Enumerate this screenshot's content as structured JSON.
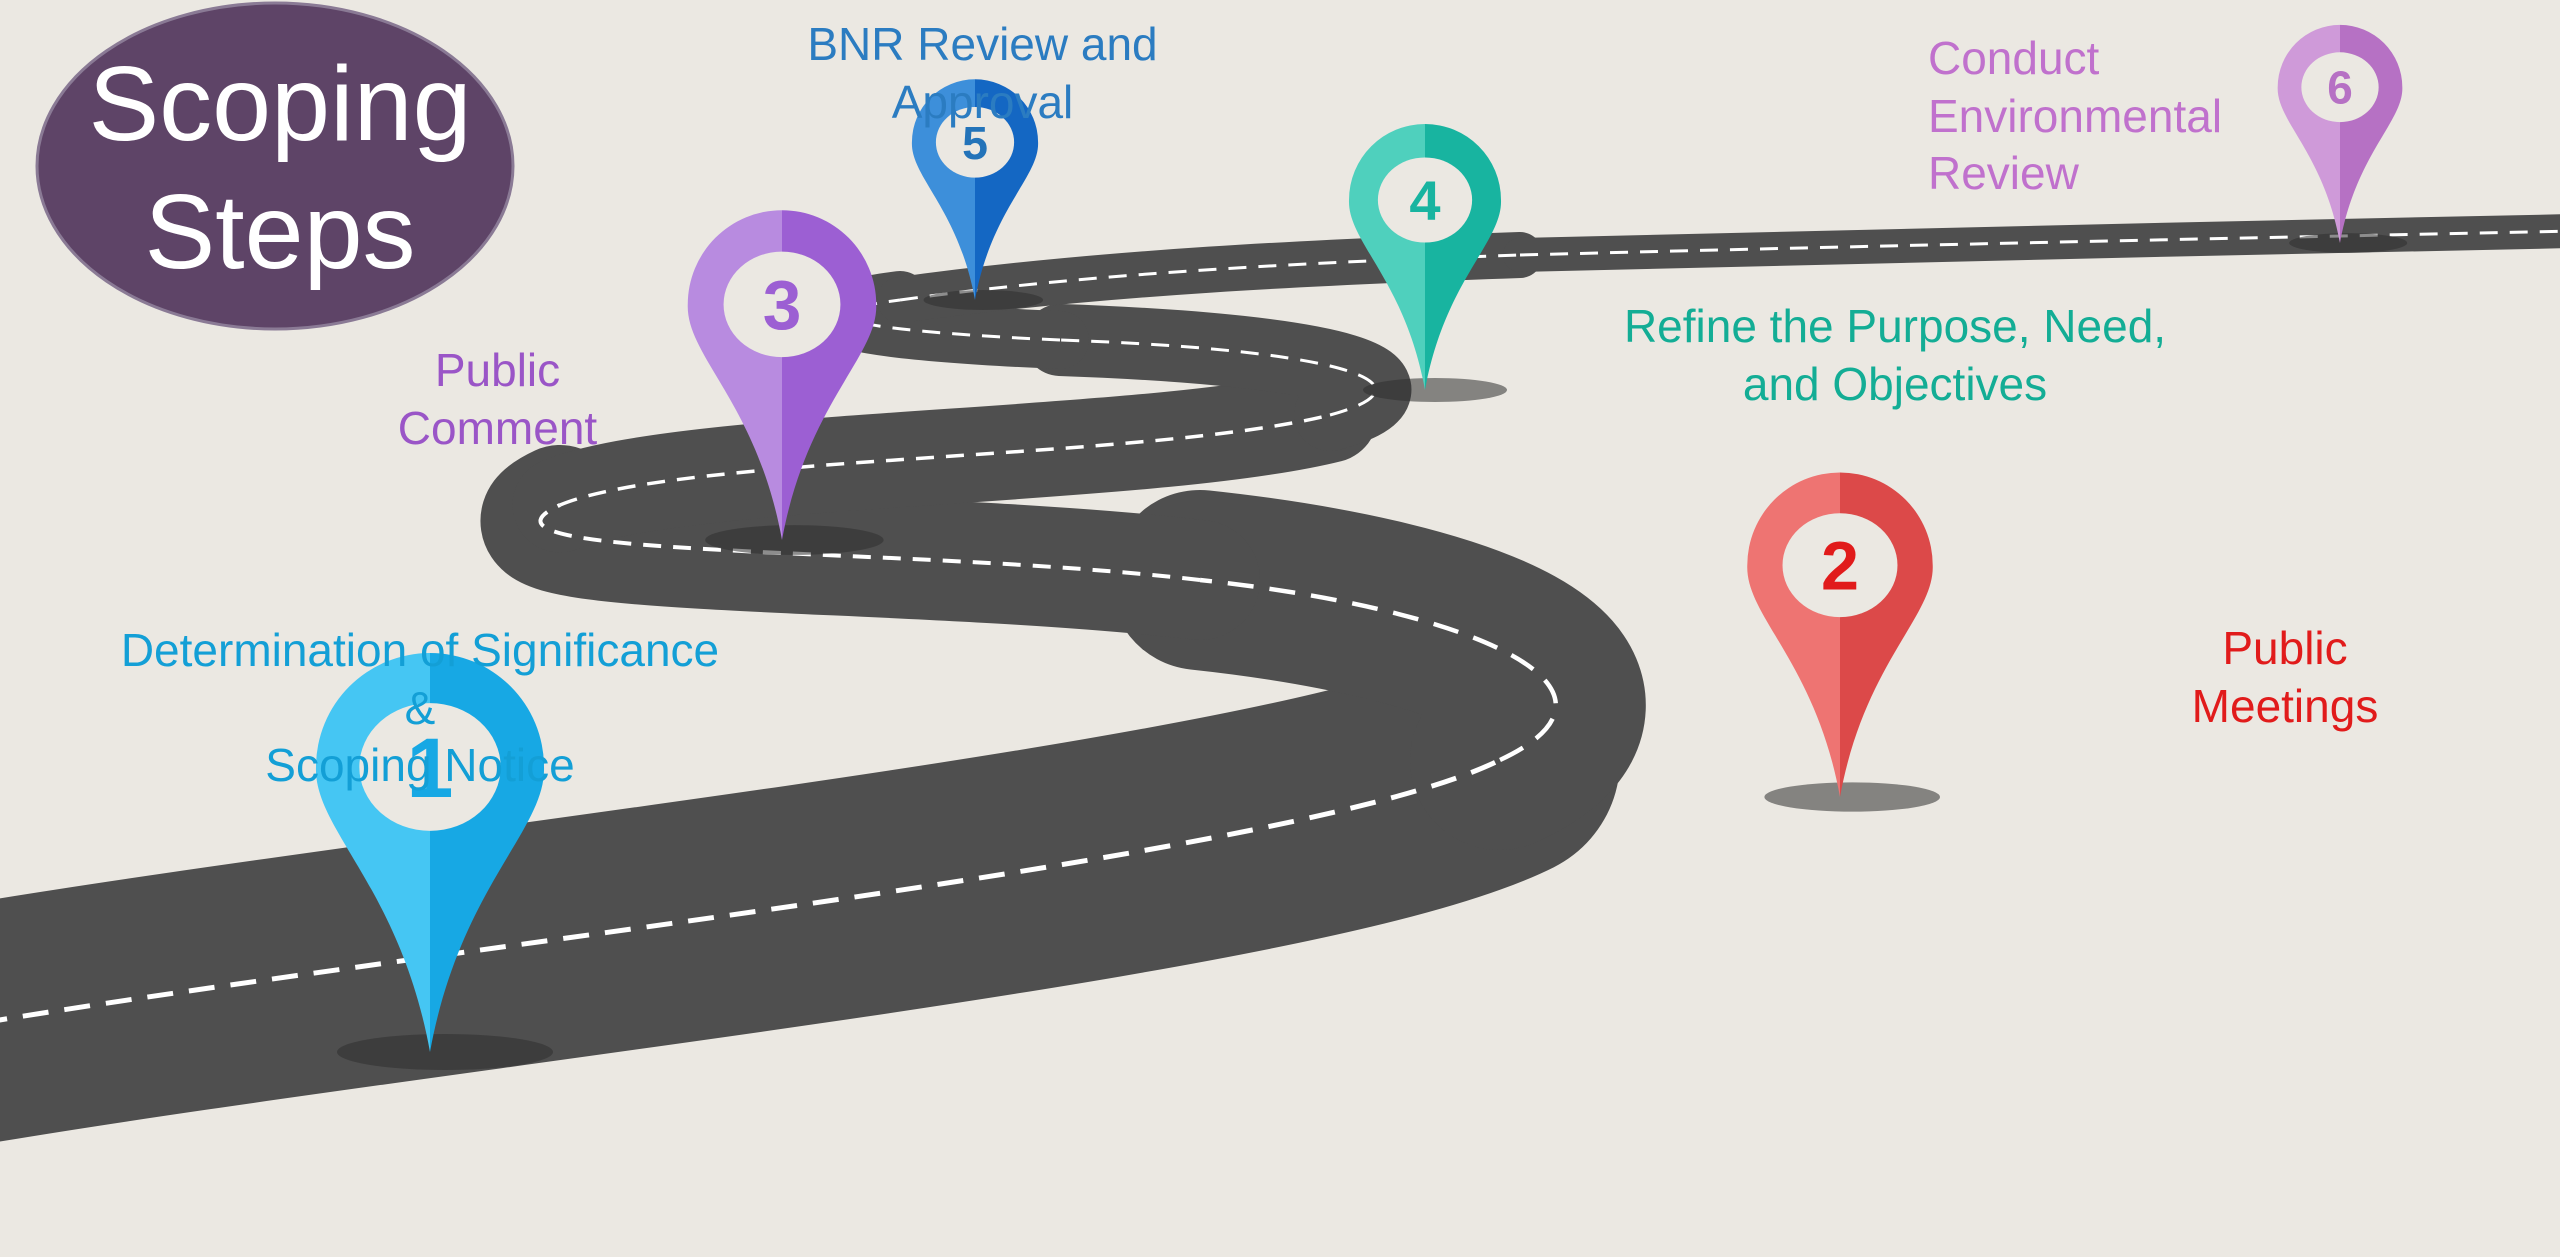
{
  "title": {
    "line1": "Scoping",
    "line2": "Steps",
    "fill": "#5e4467",
    "text_color": "#ffffff"
  },
  "road": {
    "color": "#4f4f4f",
    "dash_color": "#ffffff"
  },
  "steps": [
    {
      "number": "1",
      "color_light": "#45c6f3",
      "color_dark": "#17a8e4",
      "label_lines": [
        "Determination of Significance",
        "&",
        "Scoping Notice"
      ],
      "label_color": "#139fd6"
    },
    {
      "number": "2",
      "color_light": "#ee7472",
      "color_dark": "#dc4949",
      "label_lines": [
        "Public",
        "Meetings"
      ],
      "label_color": "#e11b1b"
    },
    {
      "number": "3",
      "color_light": "#b88be0",
      "color_dark": "#9c5fd3",
      "label_lines": [
        "Public",
        "Comment"
      ],
      "label_color": "#9a55c7"
    },
    {
      "number": "4",
      "color_light": "#4fd0bd",
      "color_dark": "#18b4a0",
      "label_lines": [
        "Refine the Purpose, Need,",
        "and Objectives"
      ],
      "label_color": "#13ad95"
    },
    {
      "number": "5",
      "color_light": "#3d8fda",
      "color_dark": "#1467c3",
      "label_lines": [
        "BNR Review and",
        "Approval"
      ],
      "label_color": "#2b7cc1"
    },
    {
      "number": "6",
      "color_light": "#cf9ad9",
      "color_dark": "#b671c4",
      "label_lines": [
        "Conduct",
        "Environmental",
        "Review"
      ],
      "label_color": "#c071cd"
    }
  ]
}
